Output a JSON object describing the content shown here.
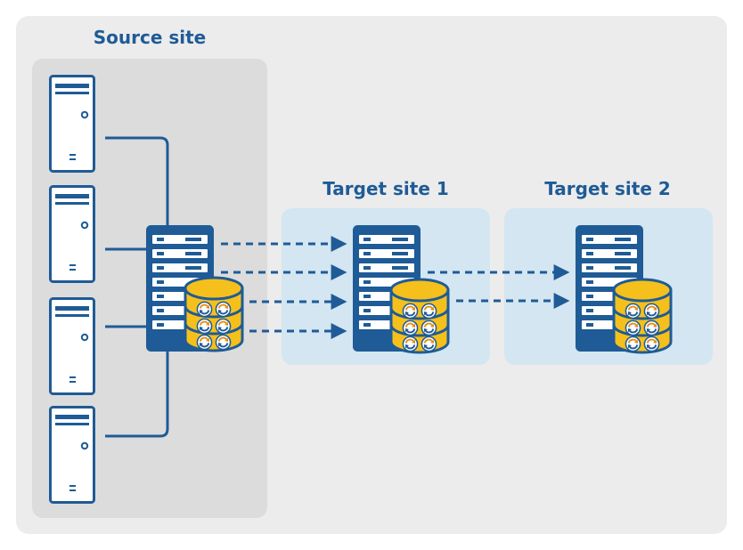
{
  "sites": {
    "source": {
      "label": "Source site"
    },
    "target1": {
      "label": "Target site 1"
    },
    "target2": {
      "label": "Target site 2"
    }
  },
  "colors": {
    "outer_panel": "#ececec",
    "source_panel": "#dcdcdc",
    "target_panel": "#d3e6f1",
    "server_blue": "#1f5b96",
    "database_yellow": "#f5c01b",
    "sync_orange": "#e0911a",
    "title_text": "#1f5b96"
  },
  "icons": {
    "client_computer": "tower-server-icon",
    "storage_server": "rack-server-icon",
    "replicated_storage": "database-sync-icon",
    "replication_link": "dashed-arrow-icon"
  }
}
